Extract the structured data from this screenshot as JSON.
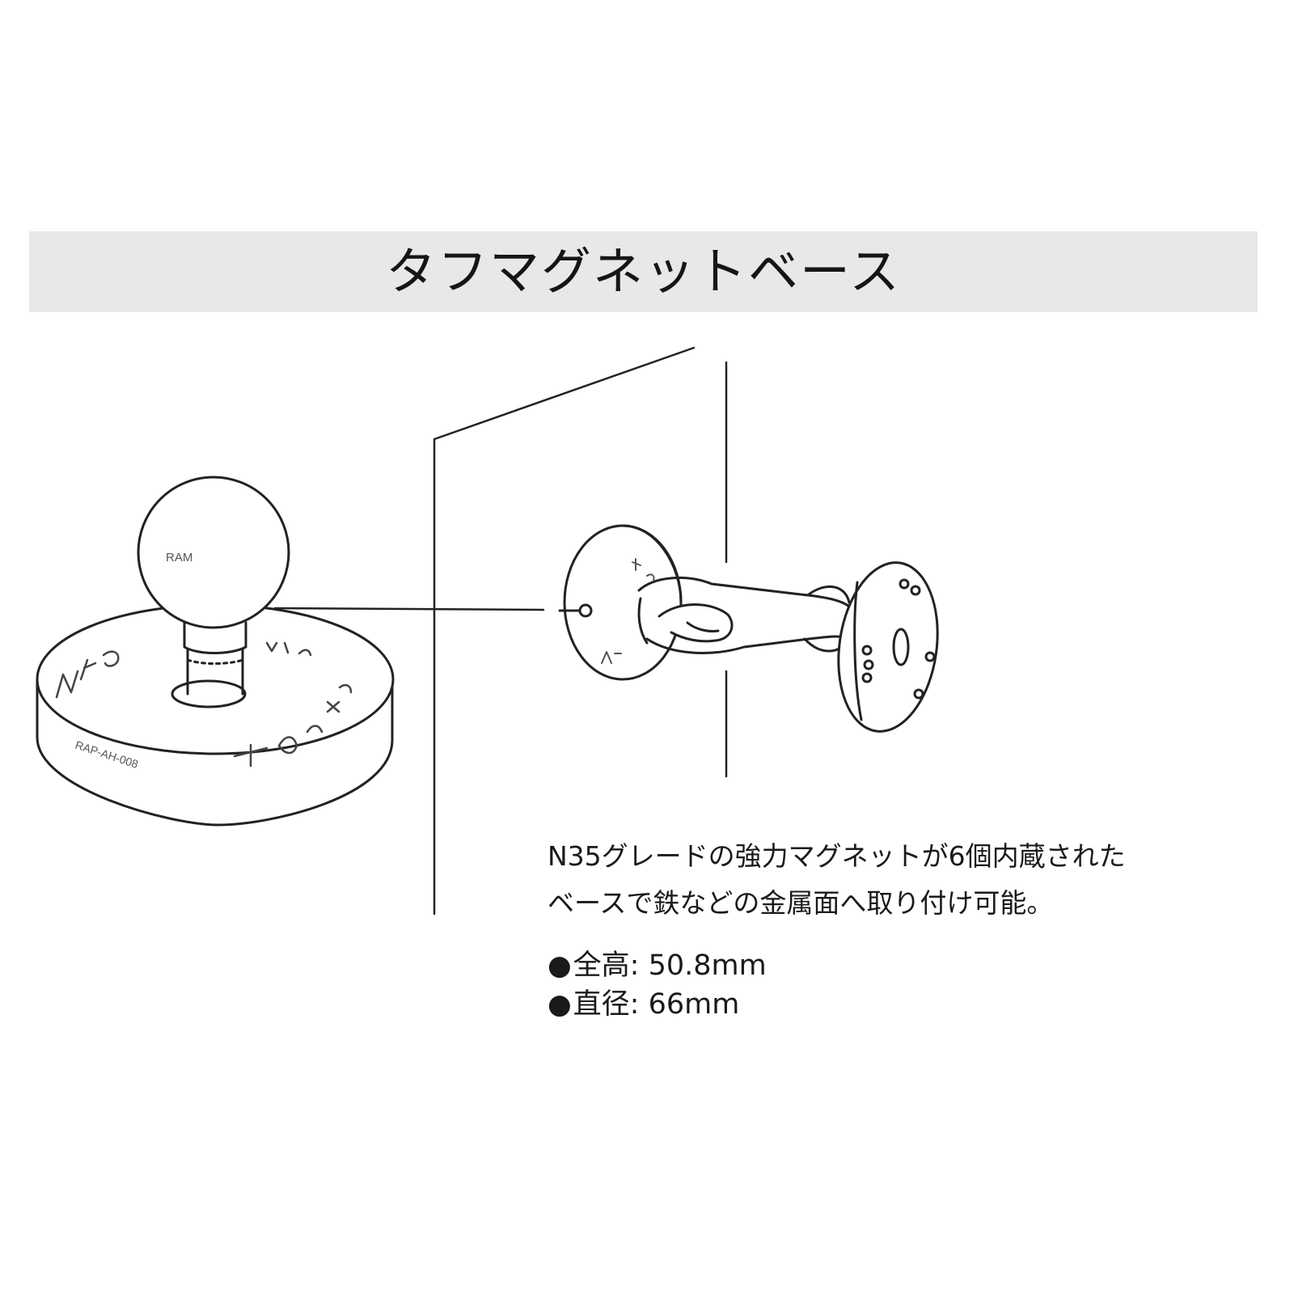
{
  "header": {
    "title": "タフマグネットベース"
  },
  "description": {
    "line1": "N35グレードの強力マグネットが6個内蔵された",
    "line2": "ベースで鉄などの金属面へ取り付け可能。"
  },
  "specs": [
    {
      "bullet": "●",
      "text": "全高: 50.8mm"
    },
    {
      "bullet": "●",
      "text": "直径: 66mm"
    }
  ],
  "illustration": {
    "ball_label": "RAM",
    "base_label": "RAP-AH-008"
  }
}
